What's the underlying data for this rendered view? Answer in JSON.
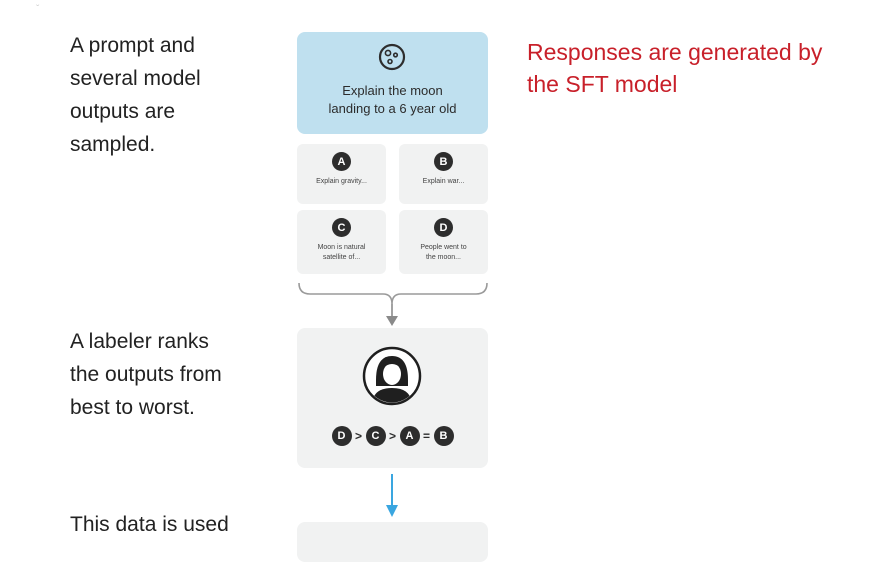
{
  "steps": {
    "step1": "A prompt and\nseveral model\noutputs are\nsampled.",
    "step2": "A labeler ranks\nthe outputs from\nbest to worst.",
    "step3": "This data is used"
  },
  "annotation": "Responses are generated by\nthe SFT model",
  "prompt": {
    "text": "Explain the moon\nlanding to a 6 year old",
    "icon": "moon-icon"
  },
  "outputs": [
    {
      "label": "A",
      "text": "Explain gravity..."
    },
    {
      "label": "B",
      "text": "Explain war..."
    },
    {
      "label": "C",
      "text": "Moon is natural\nsatellite of..."
    },
    {
      "label": "D",
      "text": "People went to\nthe moon..."
    }
  ],
  "ranking": [
    "D",
    ">",
    "C",
    ">",
    "A",
    "=",
    "B"
  ],
  "colors": {
    "prompt_bg": "#bfe0ef",
    "card_bg": "#f1f2f2",
    "badge": "#2d2d2d",
    "annotation": "#c8202a",
    "arrow_blue": "#3aa6e0"
  }
}
